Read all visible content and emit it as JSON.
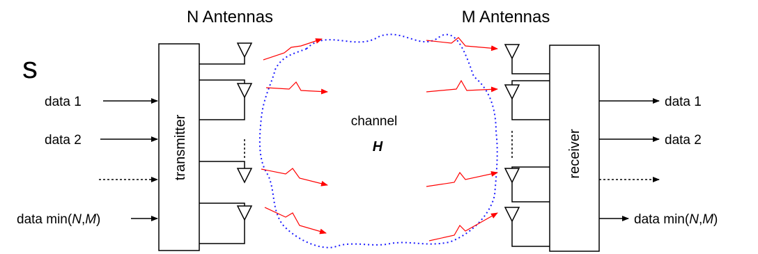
{
  "heading_fragment": "s",
  "tx_antennas_label": "N Antennas",
  "rx_antennas_label": "M Antennas",
  "transmitter_label": "transmitter",
  "receiver_label": "receiver",
  "channel_label": "channel",
  "channel_symbol": "H",
  "inputs": {
    "data1": "data 1",
    "data2": "data 2",
    "datamin_prefix": "data min(",
    "datamin_n": "N",
    "datamin_comma": ",",
    "datamin_m": "M",
    "datamin_suffix": ")"
  },
  "outputs": {
    "data1": "data 1",
    "data2": "data 2",
    "datamin_prefix": "data min(",
    "datamin_n": "N",
    "datamin_comma": ",",
    "datamin_m": "M",
    "datamin_suffix": ")"
  },
  "colors": {
    "signal": "#ff0000",
    "channel_boundary": "#1a1aff",
    "lines": "#000000"
  }
}
